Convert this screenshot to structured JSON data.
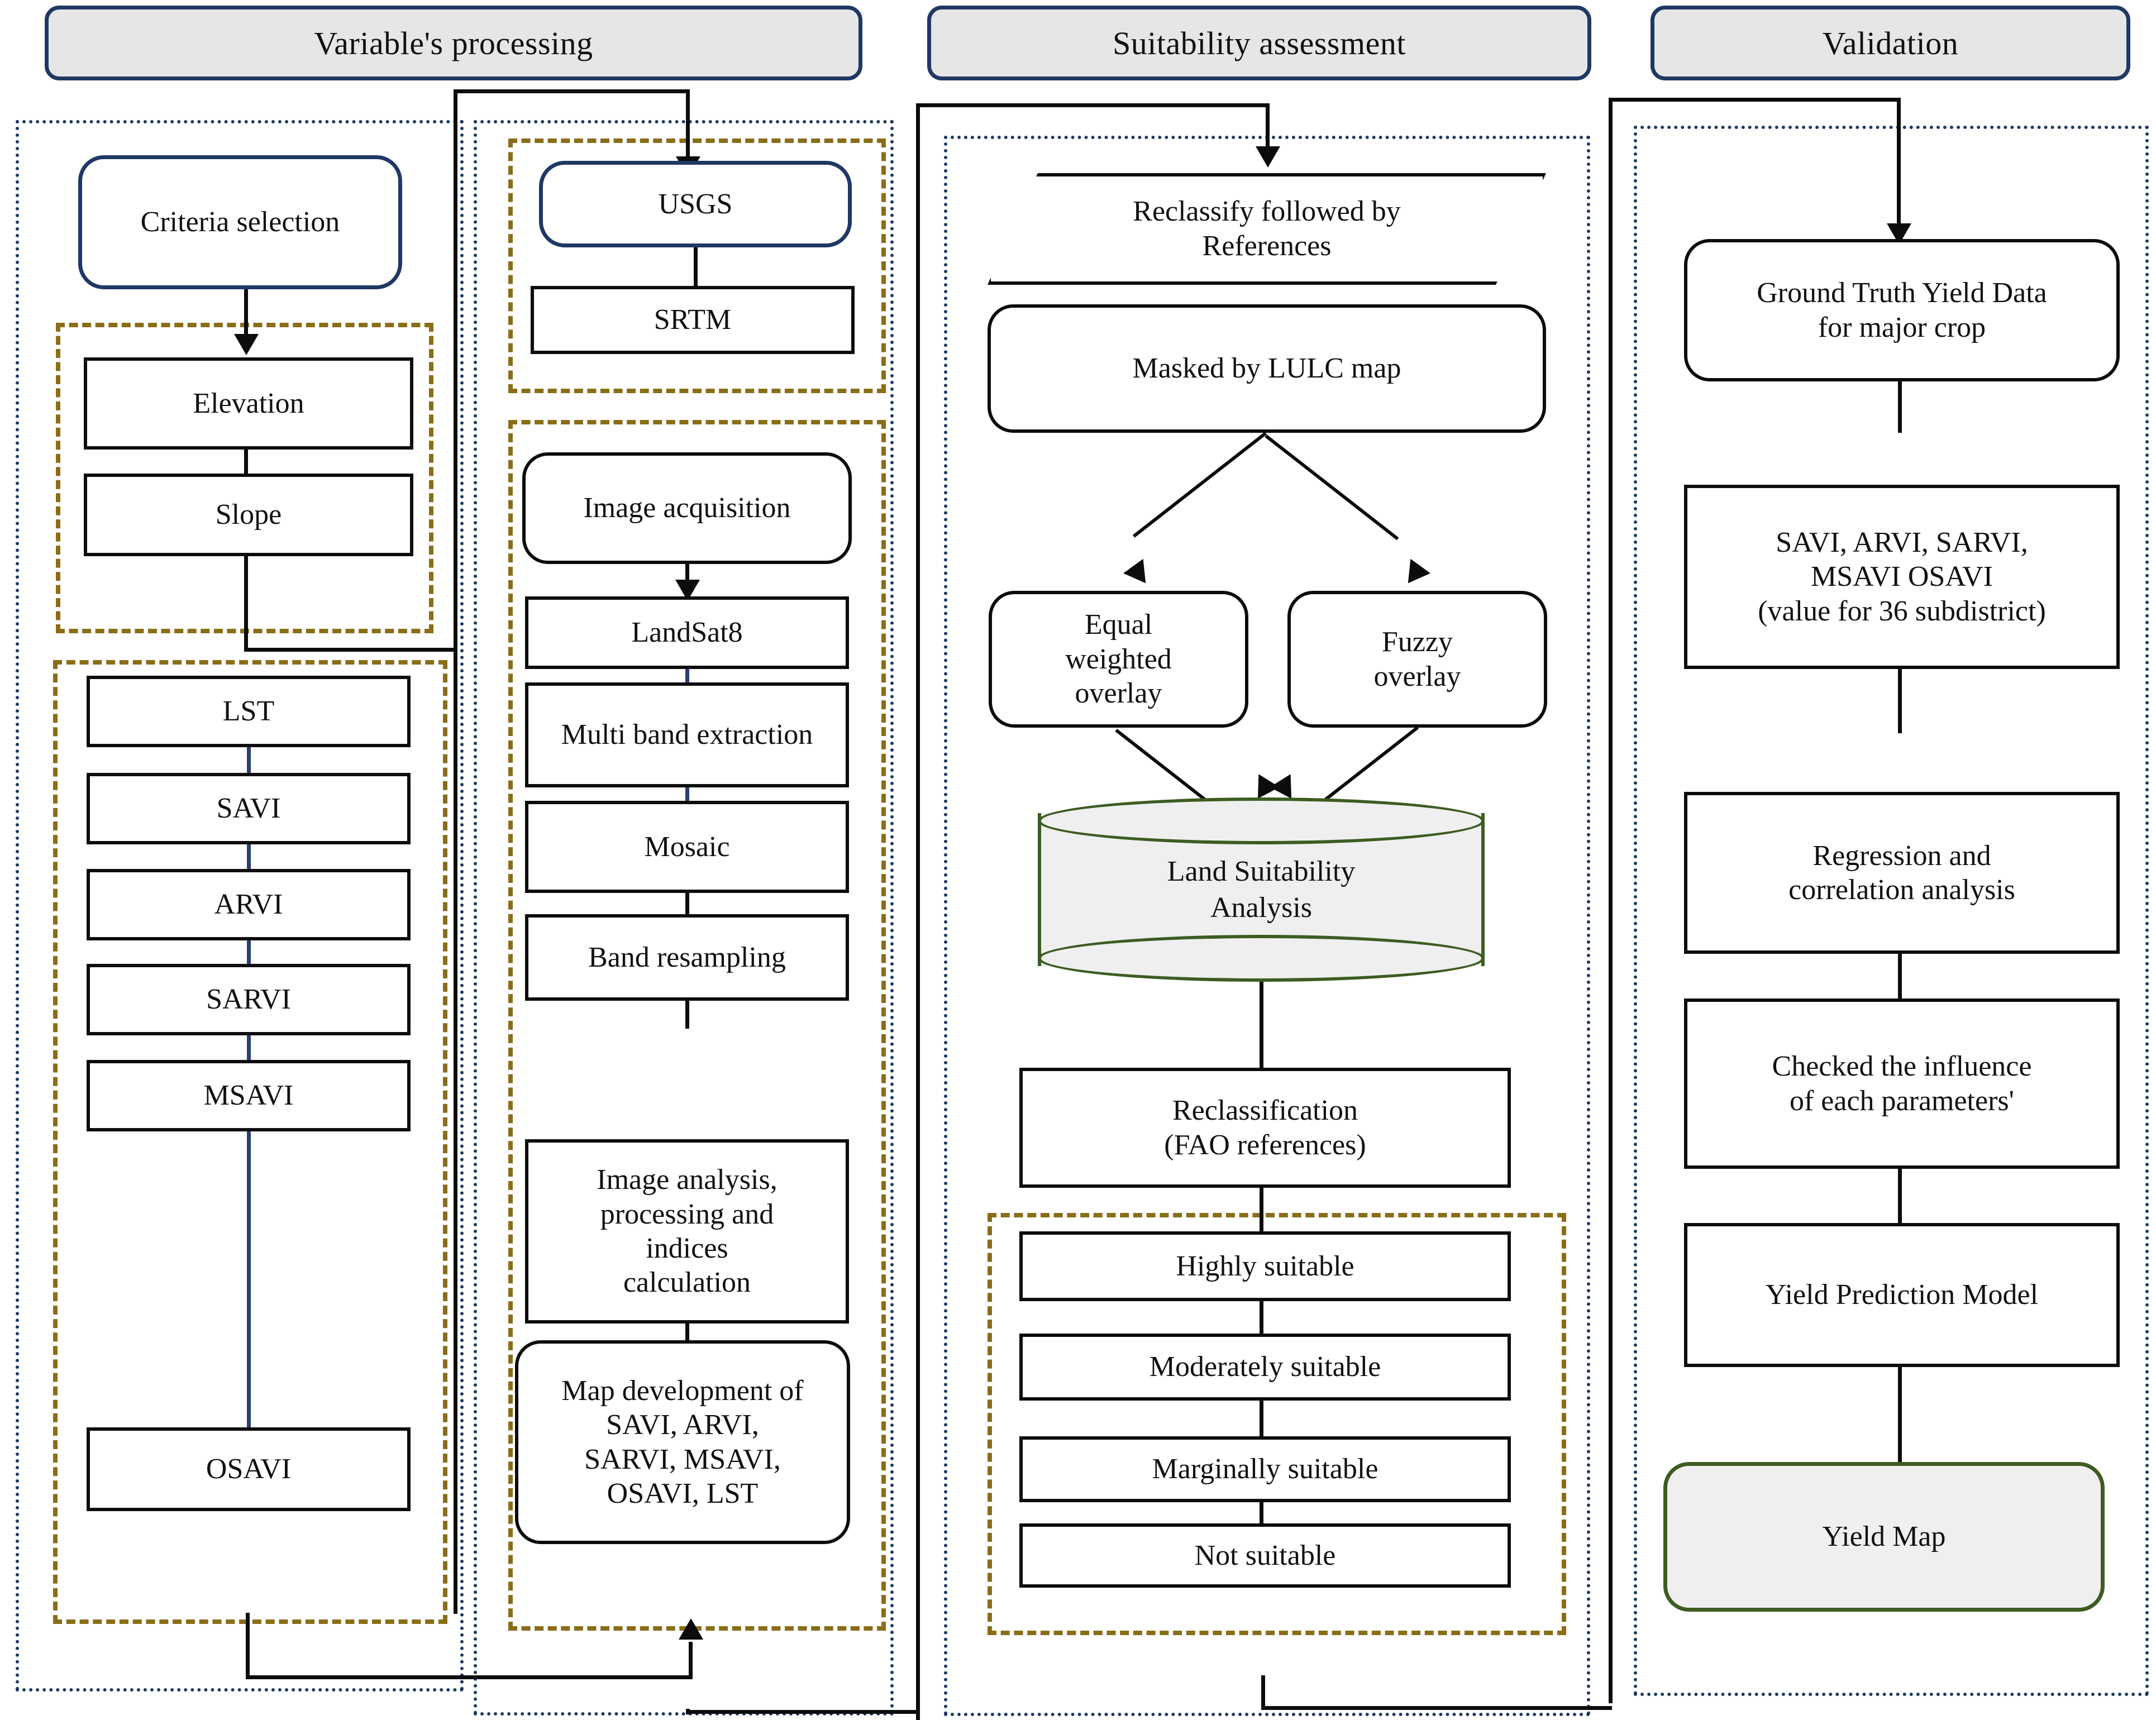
{
  "diagram": {
    "title": "Land suitability and yield prediction methodology flowchart",
    "phases": [
      {
        "id": "variables",
        "label": "Variable's processing"
      },
      {
        "id": "suitability",
        "label": "Suitability  assessment"
      },
      {
        "id": "validation",
        "label": "Validation"
      }
    ],
    "colors": {
      "header_border": "#1f3864",
      "header_fill": "#e6e6e6",
      "phase_container": "#1f3864",
      "group_dashed": "#8a6d16",
      "node_border": "#0c0c0c",
      "cylinder_border": "#3d5c22",
      "cylinder_fill": "#efefef",
      "terminal_fill": "#efefef",
      "connector": "#0c0c0c",
      "connector_blue": "#2b3f70"
    }
  },
  "variables_processing": {
    "criteria_selection": "Criteria  selection",
    "terrain_group": [
      "Elevation",
      "Slope"
    ],
    "indices_group": [
      "LST",
      "SAVI",
      "ARVI",
      "SARVI",
      "MSAVI",
      "OSAVI"
    ],
    "source_group": [
      "USGS",
      "SRTM"
    ],
    "processing_group": [
      "Image\nacquisition",
      "LandSat8",
      "Multi band\nextraction",
      "Mosaic",
      "Band resampling",
      "Image analysis,\nprocessing and\nindices\ncalculation",
      "Map development of\nSAVI, ARVI,\nSARVI, MSAVI,\nOSAVI, LST"
    ]
  },
  "suitability_assessment": {
    "reclassify": "Reclassify followed by\nReferences",
    "masked": "Masked by LULC map",
    "overlays": [
      "Equal\nweighted\noverlay",
      "Fuzzy\noverlay"
    ],
    "analysis": "Land Suitability\nAnalysis",
    "reclassification": "Reclassification\n(FAO references)",
    "classes": [
      "Highly  suitable",
      "Moderately  suitable",
      "Marginally  suitable",
      "Not suitable"
    ]
  },
  "validation": {
    "steps": [
      "Ground Truth Yield Data\nfor major crop",
      "SAVI, ARVI, SARVI,\nMSAVI OSAVI\n(value  for 36 subdistrict)",
      "Regression and\ncorrelation analysis",
      "Checked  the influence\nof each parameters'",
      "Yield Prediction Model"
    ],
    "result": "Yield  Map"
  }
}
